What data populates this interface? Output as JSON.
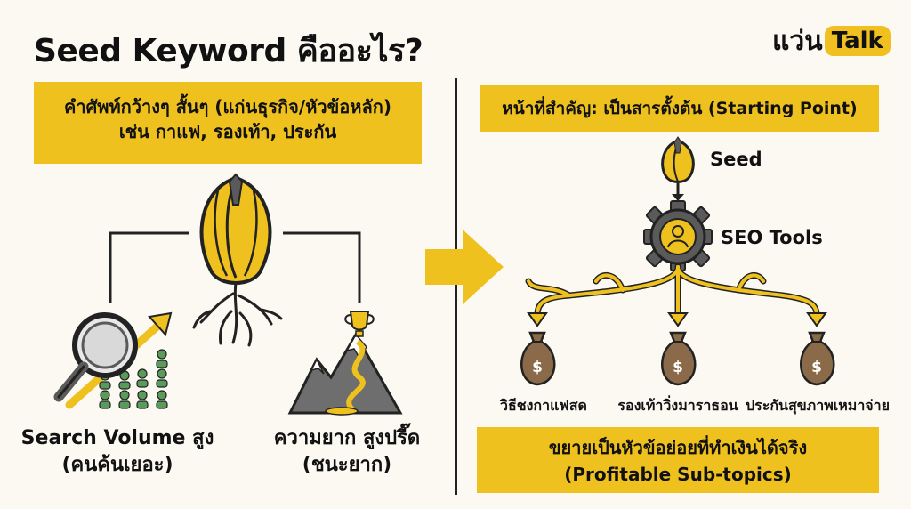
{
  "title": "Seed Keyword คืออะไร?",
  "logo": {
    "text": "แว่น",
    "badge": "Talk"
  },
  "left": {
    "box_line1": "คำศัพท์กว้างๆ สั้นๆ (แก่นธุรกิจ/หัวข้อหลัก)",
    "box_line2": "เช่น กาแฟ, รองเท้า, ประกัน",
    "search_label_1": "Search Volume สูง",
    "search_label_2": "(คนค้นเยอะ)",
    "difficulty_label_1": "ความยาก สูงปรี๊ด",
    "difficulty_label_2": "(ชนะยาก)"
  },
  "right": {
    "box_text": "หน้าที่สำคัญ: เป็นสารตั้งต้น (Starting Point)",
    "seed_label": "Seed",
    "tools_label": "SEO Tools",
    "subtopics": [
      "วิธีชงกาแฟสด",
      "รองเท้าวิ่งมาราธอน",
      "ประกันสุขภาพเหมาจ่าย"
    ],
    "bottom_line1": "ขยายเป็นหัวข้อย่อยที่ทำเงินได้จริง",
    "bottom_line2": "(Profitable Sub-topics)"
  },
  "colors": {
    "accent": "#efc11f",
    "dark": "#222222",
    "grey": "#5a5a5a",
    "bag": "#8a6a48",
    "green": "#5a9a5a"
  },
  "icons": [
    "seed-icon",
    "magnifier-icon",
    "trend-arrow-icon",
    "people-icon",
    "trophy-icon",
    "mountain-icon",
    "arrow-right-icon",
    "gear-icon",
    "money-bag-icon"
  ]
}
